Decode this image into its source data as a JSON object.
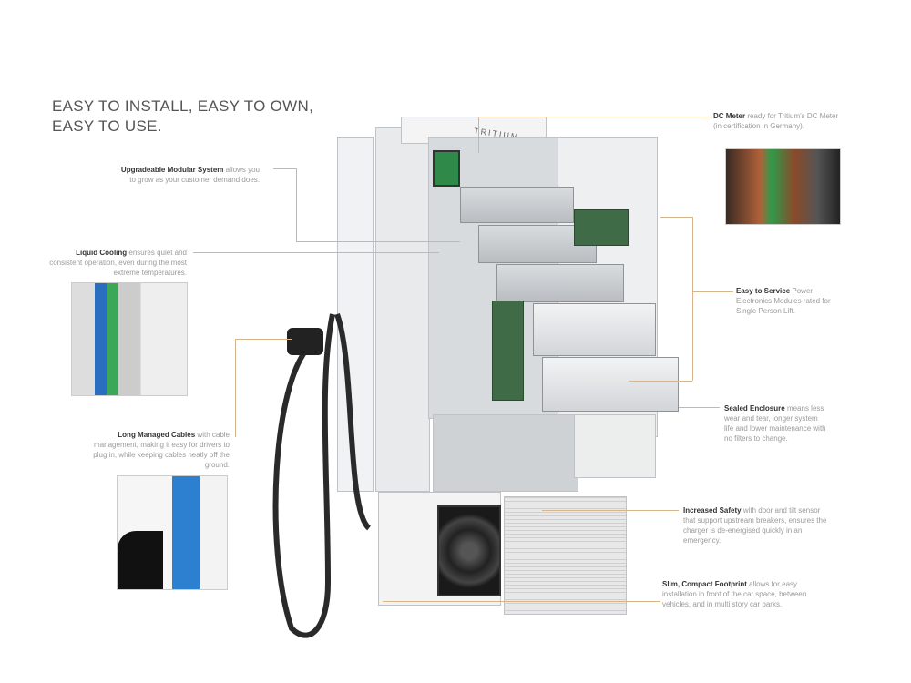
{
  "title": "EASY TO INSTALL, EASY TO OWN, EASY TO USE.",
  "brand": "TRITIUM",
  "callouts": {
    "modular": {
      "heading": "Upgradeable Modular System",
      "text": "allows you to grow as your customer demand does."
    },
    "cooling": {
      "heading": "Liquid Cooling",
      "text": "ensures quiet and consistent operation, even during the most extreme temperatures."
    },
    "cables": {
      "heading": "Long Managed Cables",
      "text": "with cable management, making it easy for drivers to plug in, while keeping cables neatly off the ground."
    },
    "meter": {
      "heading": "DC Meter",
      "text": "ready for Tritium's DC Meter (in certification in Germany)."
    },
    "service": {
      "heading": "Easy to Service",
      "text": "Power Electronics Modules rated for Single Person Lift."
    },
    "sealed": {
      "heading": "Sealed Enclosure",
      "text": "means less wear and tear, longer system life and lower maintenance with no filters to change."
    },
    "safety": {
      "heading": "Increased Safety",
      "text": "with door and tilt sensor that support upstream breakers, ensures the charger is de-energised quickly in an emergency."
    },
    "footprint": {
      "heading": "Slim, Compact Footprint",
      "text": "allows for easy installation in front of the car space, between vehicles, and in multi story car parks."
    }
  },
  "colors": {
    "leader": "#d6b58e",
    "heading": "#333333",
    "body": "#9a9a9a"
  }
}
